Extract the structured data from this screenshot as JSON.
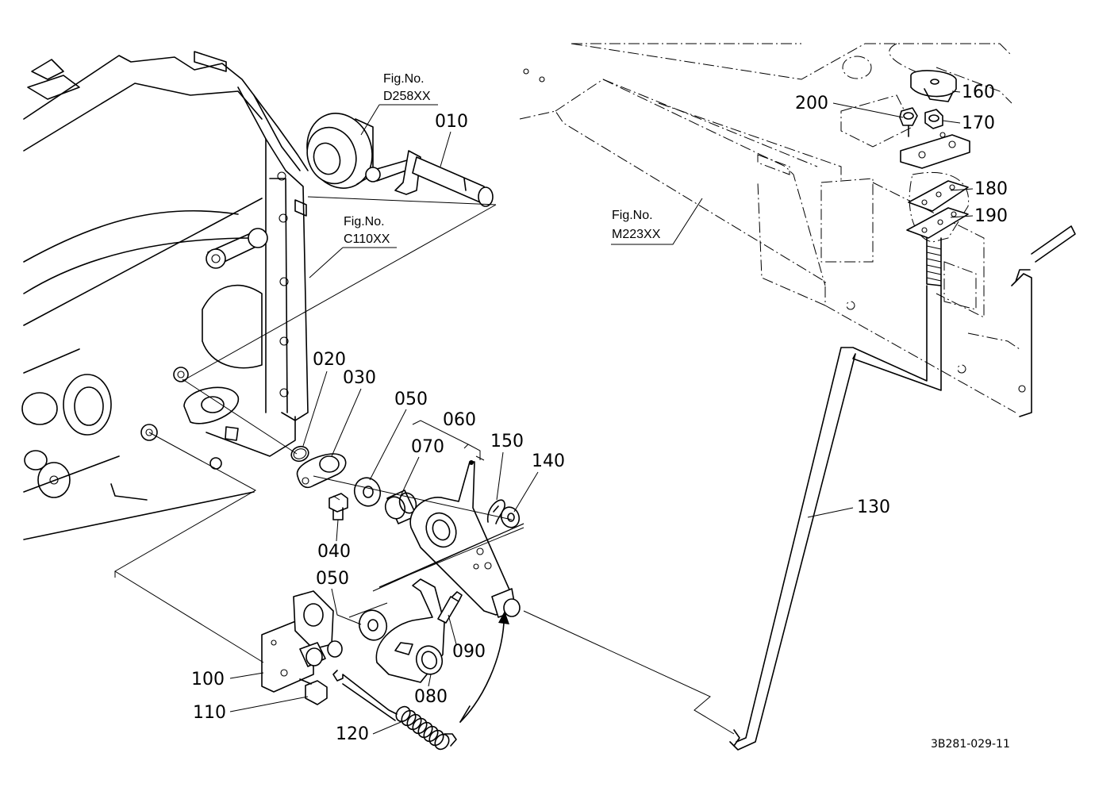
{
  "figure_refs": [
    {
      "id": "d258",
      "label": "Fig.No.",
      "code": "D258XX"
    },
    {
      "id": "c110",
      "label": "Fig.No.",
      "code": "C110XX"
    },
    {
      "id": "m223",
      "label": "Fig.No.",
      "code": "M223XX"
    }
  ],
  "parts": {
    "p010": "010",
    "p020": "020",
    "p030": "030",
    "p040": "040",
    "p050a": "050",
    "p050b": "050",
    "p060": "060",
    "p070": "070",
    "p080": "080",
    "p090": "090",
    "p100": "100",
    "p110": "110",
    "p120": "120",
    "p130": "130",
    "p140": "140",
    "p150": "150",
    "p160": "160",
    "p170": "170",
    "p180": "180",
    "p190": "190",
    "p200": "200"
  },
  "drawing_code": "3B281-029-11"
}
